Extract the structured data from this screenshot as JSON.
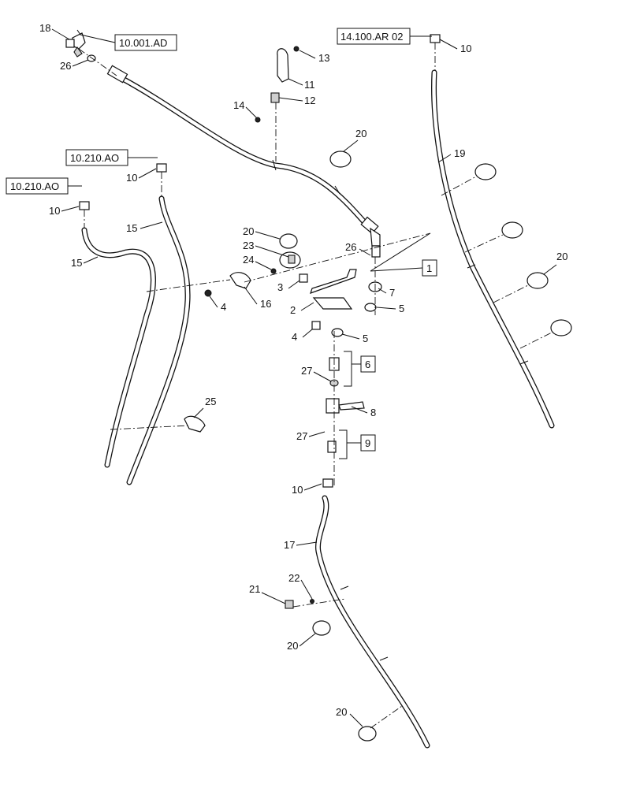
{
  "references": {
    "r1": "10.001.AD",
    "r2": "14.100.AR 02",
    "r3": "10.210.AO",
    "r4": "10.210.AO"
  },
  "callouts": {
    "c18": "18",
    "c26a": "26",
    "c13": "13",
    "c11": "11",
    "c12": "12",
    "c14": "14",
    "c10a": "10",
    "c20a": "20",
    "c10b": "10",
    "c10c": "10",
    "c15a": "15",
    "c15b": "15",
    "c20b": "20",
    "c23": "23",
    "c24": "24",
    "c26b": "26",
    "c1": "1",
    "c3": "3",
    "c2": "2",
    "c7": "7",
    "c5a": "5",
    "c4a": "4",
    "c16": "16",
    "c4b": "4",
    "c5b": "5",
    "c6": "6",
    "c27a": "27",
    "c8": "8",
    "c25": "25",
    "c27b": "27",
    "c9": "9",
    "c10d": "10",
    "c17": "17",
    "c21": "21",
    "c22": "22",
    "c20c": "20",
    "c20d": "20",
    "c19": "19",
    "c20e": "20"
  }
}
